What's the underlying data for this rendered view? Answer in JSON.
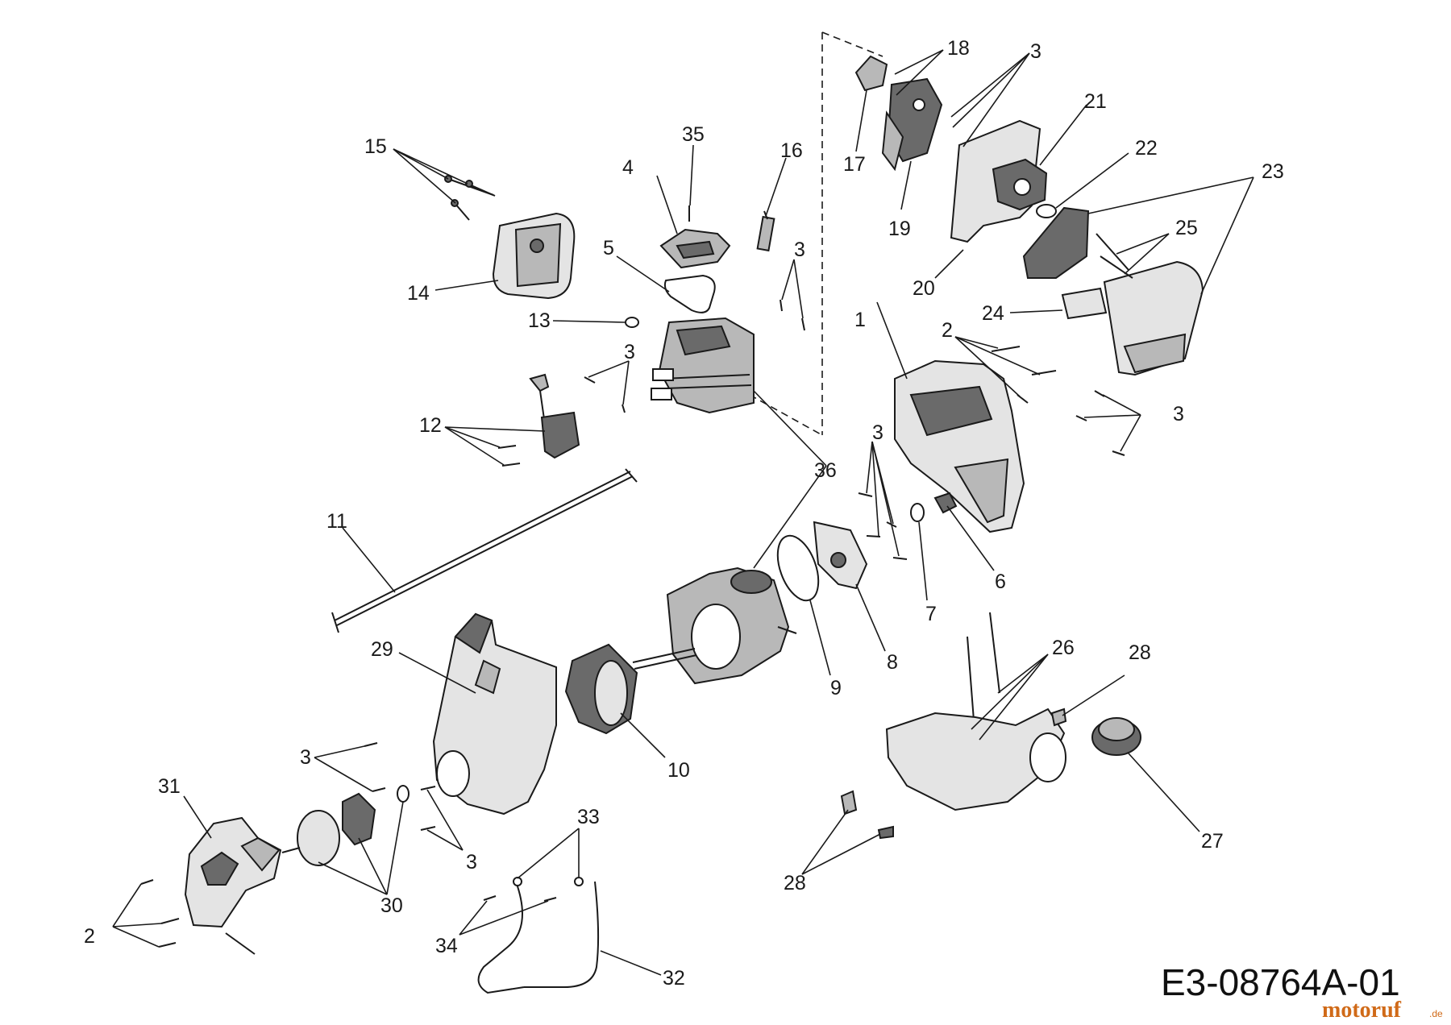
{
  "diagram": {
    "drawing_number": "E3-08764A-01",
    "watermark": {
      "brand": "motoruf",
      "suffix": ".de"
    },
    "parts": [
      {
        "id": "p1",
        "label": "1"
      },
      {
        "id": "p2a",
        "label": "2"
      },
      {
        "id": "p2b",
        "label": "2"
      },
      {
        "id": "p3a",
        "label": "3"
      },
      {
        "id": "p3b",
        "label": "3"
      },
      {
        "id": "p3c",
        "label": "3"
      },
      {
        "id": "p3d",
        "label": "3"
      },
      {
        "id": "p3e",
        "label": "3"
      },
      {
        "id": "p3f",
        "label": "3"
      },
      {
        "id": "p3g",
        "label": "3"
      },
      {
        "id": "p4",
        "label": "4"
      },
      {
        "id": "p5",
        "label": "5"
      },
      {
        "id": "p6",
        "label": "6"
      },
      {
        "id": "p7",
        "label": "7"
      },
      {
        "id": "p8",
        "label": "8"
      },
      {
        "id": "p9",
        "label": "9"
      },
      {
        "id": "p10",
        "label": "10"
      },
      {
        "id": "p11",
        "label": "11"
      },
      {
        "id": "p12",
        "label": "12"
      },
      {
        "id": "p13",
        "label": "13"
      },
      {
        "id": "p14",
        "label": "14"
      },
      {
        "id": "p15",
        "label": "15"
      },
      {
        "id": "p16",
        "label": "16"
      },
      {
        "id": "p17",
        "label": "17"
      },
      {
        "id": "p18",
        "label": "18"
      },
      {
        "id": "p19",
        "label": "19"
      },
      {
        "id": "p20",
        "label": "20"
      },
      {
        "id": "p21",
        "label": "21"
      },
      {
        "id": "p22",
        "label": "22"
      },
      {
        "id": "p23",
        "label": "23"
      },
      {
        "id": "p24",
        "label": "24"
      },
      {
        "id": "p25",
        "label": "25"
      },
      {
        "id": "p26",
        "label": "26"
      },
      {
        "id": "p27",
        "label": "27"
      },
      {
        "id": "p28a",
        "label": "28"
      },
      {
        "id": "p28b",
        "label": "28"
      },
      {
        "id": "p29",
        "label": "29"
      },
      {
        "id": "p30",
        "label": "30"
      },
      {
        "id": "p31",
        "label": "31"
      },
      {
        "id": "p32",
        "label": "32"
      },
      {
        "id": "p33",
        "label": "33"
      },
      {
        "id": "p34",
        "label": "34"
      },
      {
        "id": "p35",
        "label": "35"
      },
      {
        "id": "p36",
        "label": "36"
      }
    ]
  }
}
